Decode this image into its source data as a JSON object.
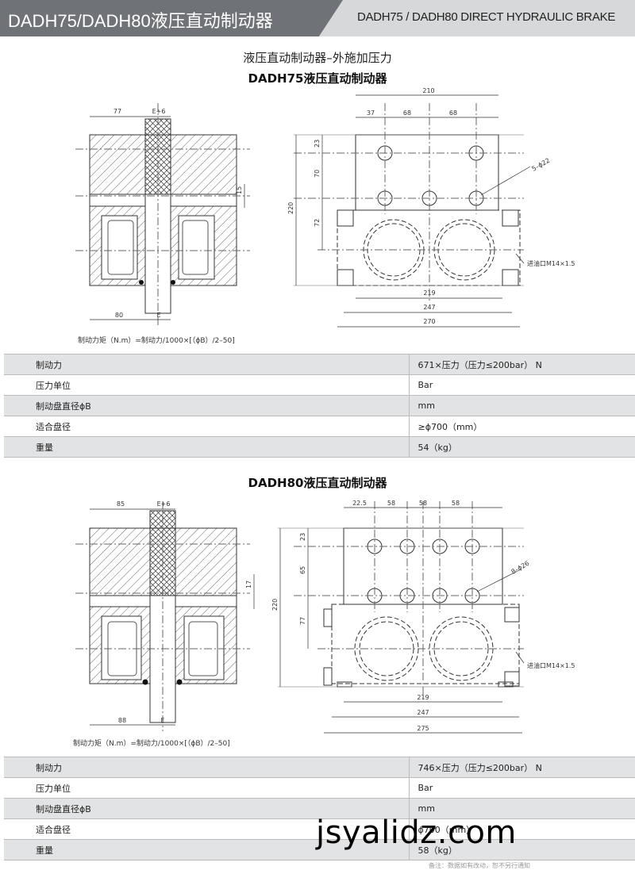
{
  "header": {
    "left_title": "DADH75/DADH80液压直动制动器",
    "right_title": "DADH75 / DADH80 DIRECT HYDRAULIC BRAKE"
  },
  "section1": {
    "subtitle": "液压直动制动器–外施加压力",
    "title": "DADH75液压直动制动器",
    "dims": {
      "d77": "77",
      "e6": "E+6",
      "d15": "15",
      "d80": "80",
      "e": "E",
      "d210": "210",
      "d37": "37",
      "d68a": "68",
      "d68b": "68",
      "d23": "23",
      "d70": "70",
      "d72": "72",
      "d220": "220",
      "holes": "5–ϕ22",
      "port": "进油口M14×1.5",
      "d219": "219",
      "d247": "247",
      "d270": "270"
    },
    "formula": "制动力矩（N.m）=制动力/1000×[（ϕB）/2–50]",
    "table": [
      {
        "key": "制动力",
        "value": "671×压力（压力≤200bar）  N"
      },
      {
        "key": "压力单位",
        "value": "Bar"
      },
      {
        "key": "制动盘直径ϕB",
        "value": "mm"
      },
      {
        "key": "适合盘径",
        "value": "≥ϕ700（mm）"
      },
      {
        "key": "重量",
        "value": "54（kg）"
      }
    ]
  },
  "section2": {
    "title": "DADH80液压直动制动器",
    "dims": {
      "d85": "85",
      "e6": "E+6",
      "d17": "17",
      "d88": "88",
      "e": "E",
      "d225": "22.5",
      "d58a": "58",
      "d58b": "58",
      "d58c": "58",
      "d23": "23",
      "d65": "65",
      "d77": "77",
      "d220": "220",
      "holes": "8–ϕ26",
      "port": "进油口M14×1.5",
      "d219": "219",
      "d247": "247",
      "d275": "275"
    },
    "formula": "制动力矩（N.m）=制动力/1000×[（ϕB）/2–50]",
    "table": [
      {
        "key": "制动力",
        "value": "746×压力（压力≤200bar）  N"
      },
      {
        "key": "压力单位",
        "value": "Bar"
      },
      {
        "key": "制动盘直径ϕB",
        "value": "mm"
      },
      {
        "key": "适合盘径",
        "value": "ϕ700（mm）"
      },
      {
        "key": "重量",
        "value": "58（kg）"
      }
    ]
  },
  "watermark": "jsyalidz.com",
  "footnote": "备注：数据如有改动，恕不另行通知"
}
